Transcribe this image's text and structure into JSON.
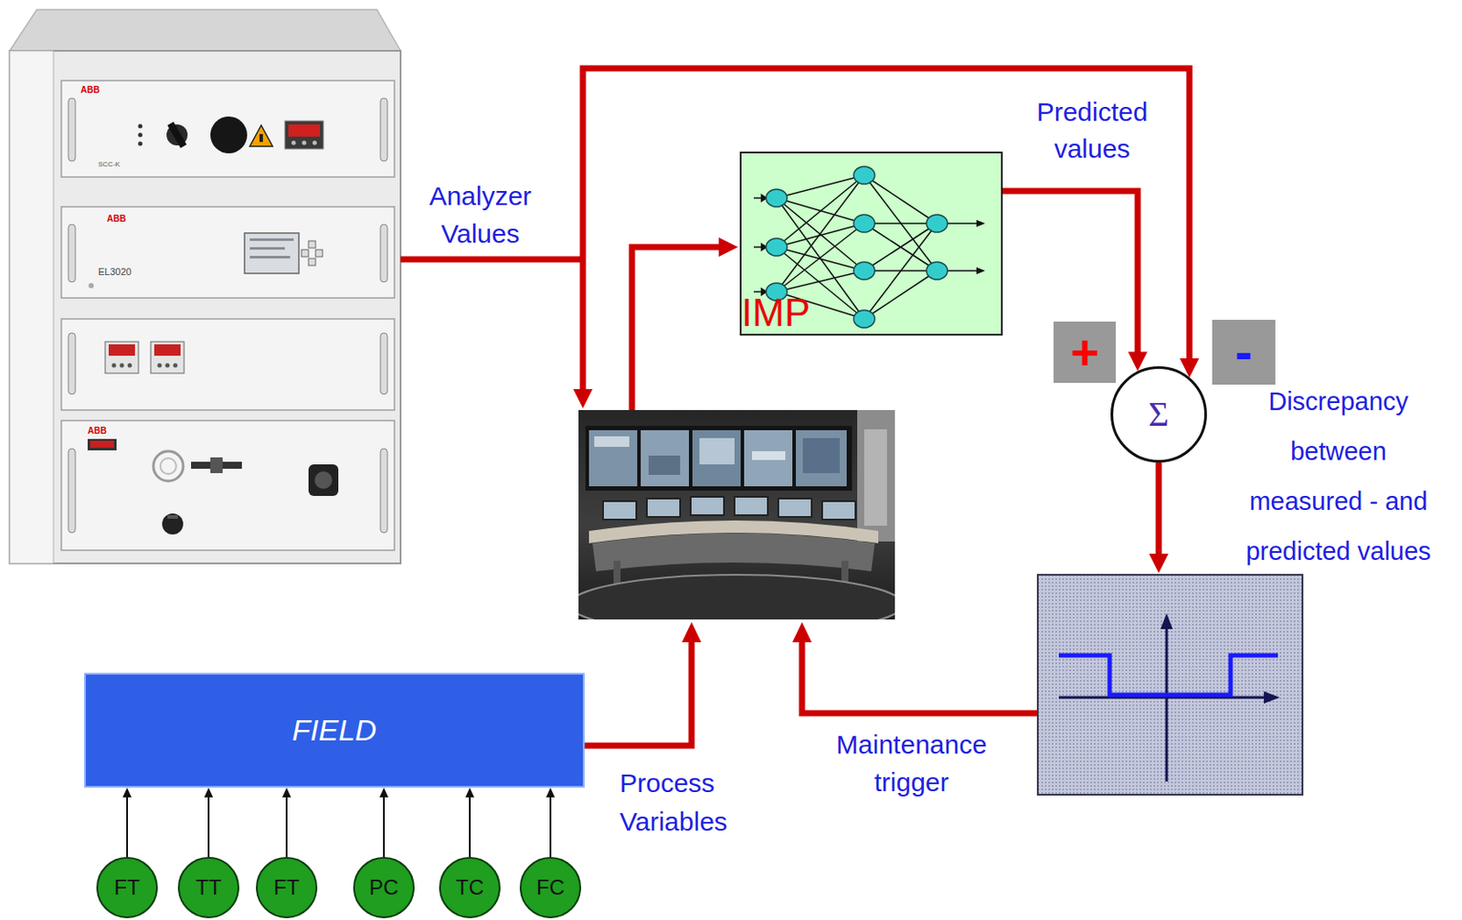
{
  "diagram": {
    "nodes": [
      {
        "text": [
          "IMP"
        ]
      },
      {
        "text": [
          "+"
        ]
      },
      {
        "text": [
          "Σ"
        ]
      },
      {
        "text": [
          "-"
        ]
      },
      {
        "text": [
          "FIELD"
        ]
      },
      {
        "text": [
          "FT"
        ]
      },
      {
        "text": [
          "TT"
        ]
      },
      {
        "text": [
          "FT"
        ]
      },
      {
        "text": [
          "PC"
        ]
      },
      {
        "text": [
          "TC"
        ]
      },
      {
        "text": [
          "FC"
        ]
      }
    ],
    "edges": [
      {
        "from": 0,
        "to": 2,
        "arrow": "to"
      },
      {
        "from": 5,
        "to": 4,
        "arrow": "to"
      },
      {
        "from": 6,
        "to": 4,
        "arrow": "to"
      },
      {
        "from": 7,
        "to": 4,
        "arrow": "to"
      },
      {
        "from": 8,
        "to": 4,
        "arrow": "to"
      },
      {
        "from": 9,
        "to": 4,
        "arrow": "to"
      },
      {
        "from": 10,
        "to": 4,
        "arrow": "to"
      }
    ],
    "labels": [
      "ABB",
      "SCC-K",
      "ABB",
      "EL3020",
      "ABB",
      "Analyzer Values",
      "Predicted values",
      "Discrepancy between measured - and predicted values",
      "Process Variables",
      "Maintenance trigger"
    ]
  }
}
